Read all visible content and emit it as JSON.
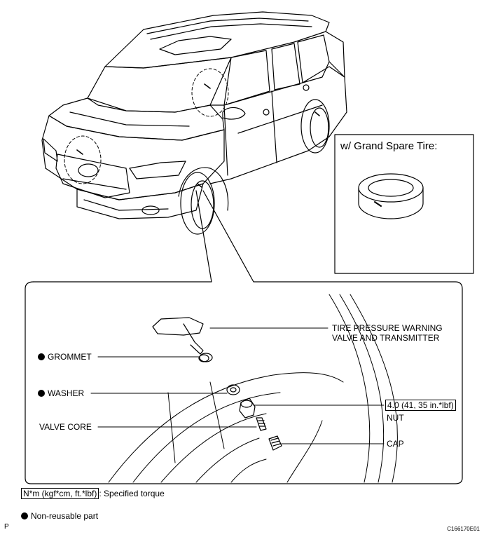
{
  "inset": {
    "title": "w/ Grand Spare Tire:"
  },
  "parts": {
    "transmitter_line1": "TIRE PRESSURE WARNING",
    "transmitter_line2": "VALVE AND TRANSMITTER",
    "grommet": "GROMMET",
    "washer": "WASHER",
    "valve_core": "VALVE CORE",
    "torque": "4.0 (41, 35 in.*lbf)",
    "nut": "NUT",
    "cap": "CAP"
  },
  "legend": {
    "torque_unit": "N*m (kgf*cm, ft.*lbf)",
    "torque_desc": ": Specified torque",
    "non_reusable": "Non-reusable part"
  },
  "footer": {
    "page_mark": "P",
    "figure_id": "C166170E01"
  }
}
